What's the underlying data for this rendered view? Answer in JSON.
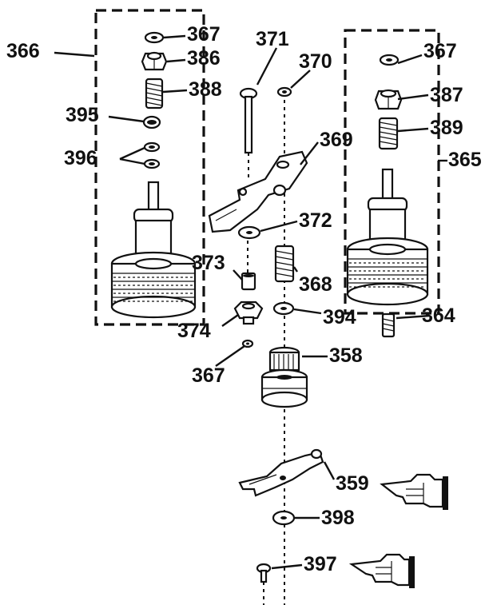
{
  "labels": {
    "l366": "366",
    "l365": "365",
    "l367a": "367",
    "l367b": "367",
    "l367c": "367",
    "l386": "386",
    "l387": "387",
    "l388": "388",
    "l389": "389",
    "l395": "395",
    "l396": "396",
    "l371": "371",
    "l370": "370",
    "l369": "369",
    "l372": "372",
    "l373": "373",
    "l368": "368",
    "l374": "374",
    "l394": "394",
    "l364": "364",
    "l358": "358",
    "l359": "359",
    "l398": "398",
    "l397": "397"
  },
  "icons": {
    "pointer_359": "pointing-hand-icon",
    "pointer_397": "pointing-hand-icon"
  }
}
